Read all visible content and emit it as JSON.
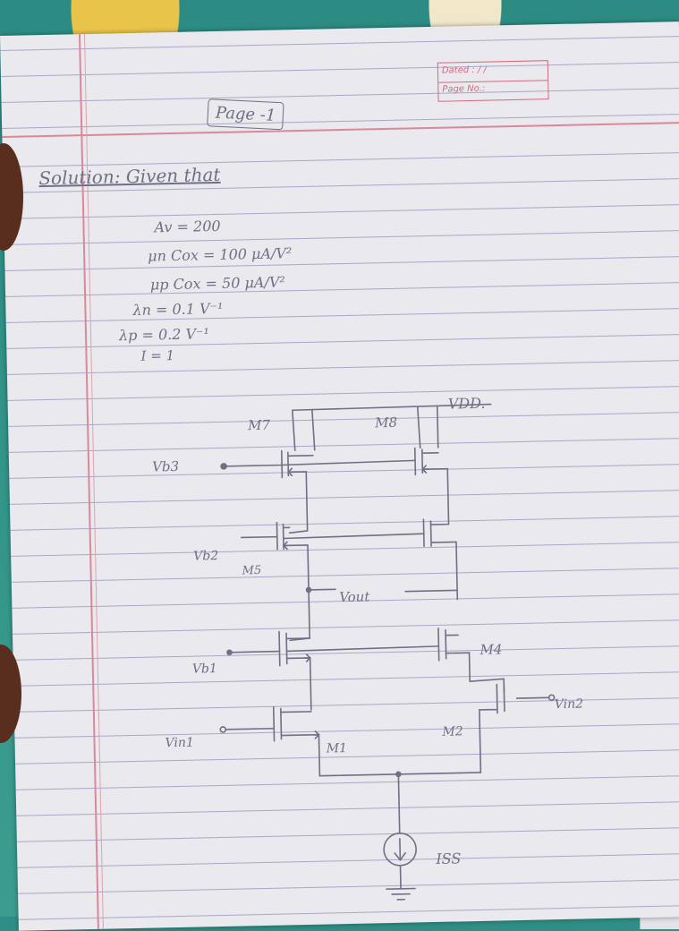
{
  "header": {
    "date_label": "Dated :  /  /",
    "page_no_label": "Page No.:",
    "page_tag": "Page -1"
  },
  "solution": {
    "heading": "Solution: Given that",
    "givens": [
      "Av = 200",
      "μn Cox = 100 μA/V²",
      "μp Cox = 50 μA/V²",
      "λn = 0.1 V⁻¹",
      "λp = 0.2 V⁻¹",
      "I = 1"
    ]
  },
  "circuit": {
    "vdd": "VDD.",
    "m7": "M7",
    "m8": "M8",
    "vb3": "Vb3",
    "vb2": "Vb2",
    "m5": "M5",
    "vout": "Vout",
    "vb1": "Vb1",
    "m4": "M4",
    "vin1": "Vin1",
    "m1": "M1",
    "m2": "M2",
    "vin2": "Vin2",
    "iss": "ISS"
  },
  "colors": {
    "ink": "#6f6f86",
    "margin": "#d9899a",
    "paper": "#e9e9ee"
  }
}
